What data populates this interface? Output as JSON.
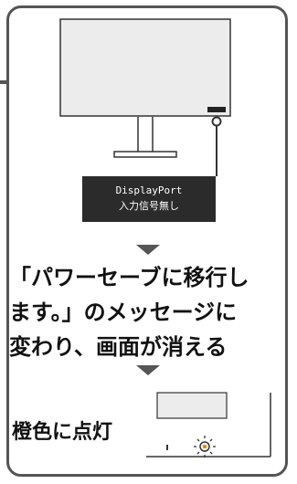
{
  "osd": {
    "line1": "DisplayPort",
    "line2": "入力信号無し"
  },
  "message": {
    "line1": "「パワーセーブに移行し",
    "line2": "ます。」のメッセージに",
    "line3": "変わり、画面が消える"
  },
  "indicator": {
    "label": "橙色に点灯",
    "state": "orange-lit",
    "color": "#e08a1e"
  },
  "colors": {
    "frame": "#555555",
    "osd_background": "#2b2b2b",
    "monitor_screen": "#ececec"
  }
}
